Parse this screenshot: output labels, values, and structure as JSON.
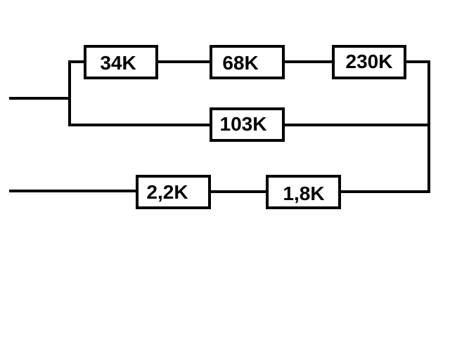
{
  "resistors": {
    "r1": "34K",
    "r2": "68K",
    "r3": "230K",
    "r4": "103K",
    "r5": "2,2K",
    "r6": "1,8K"
  }
}
